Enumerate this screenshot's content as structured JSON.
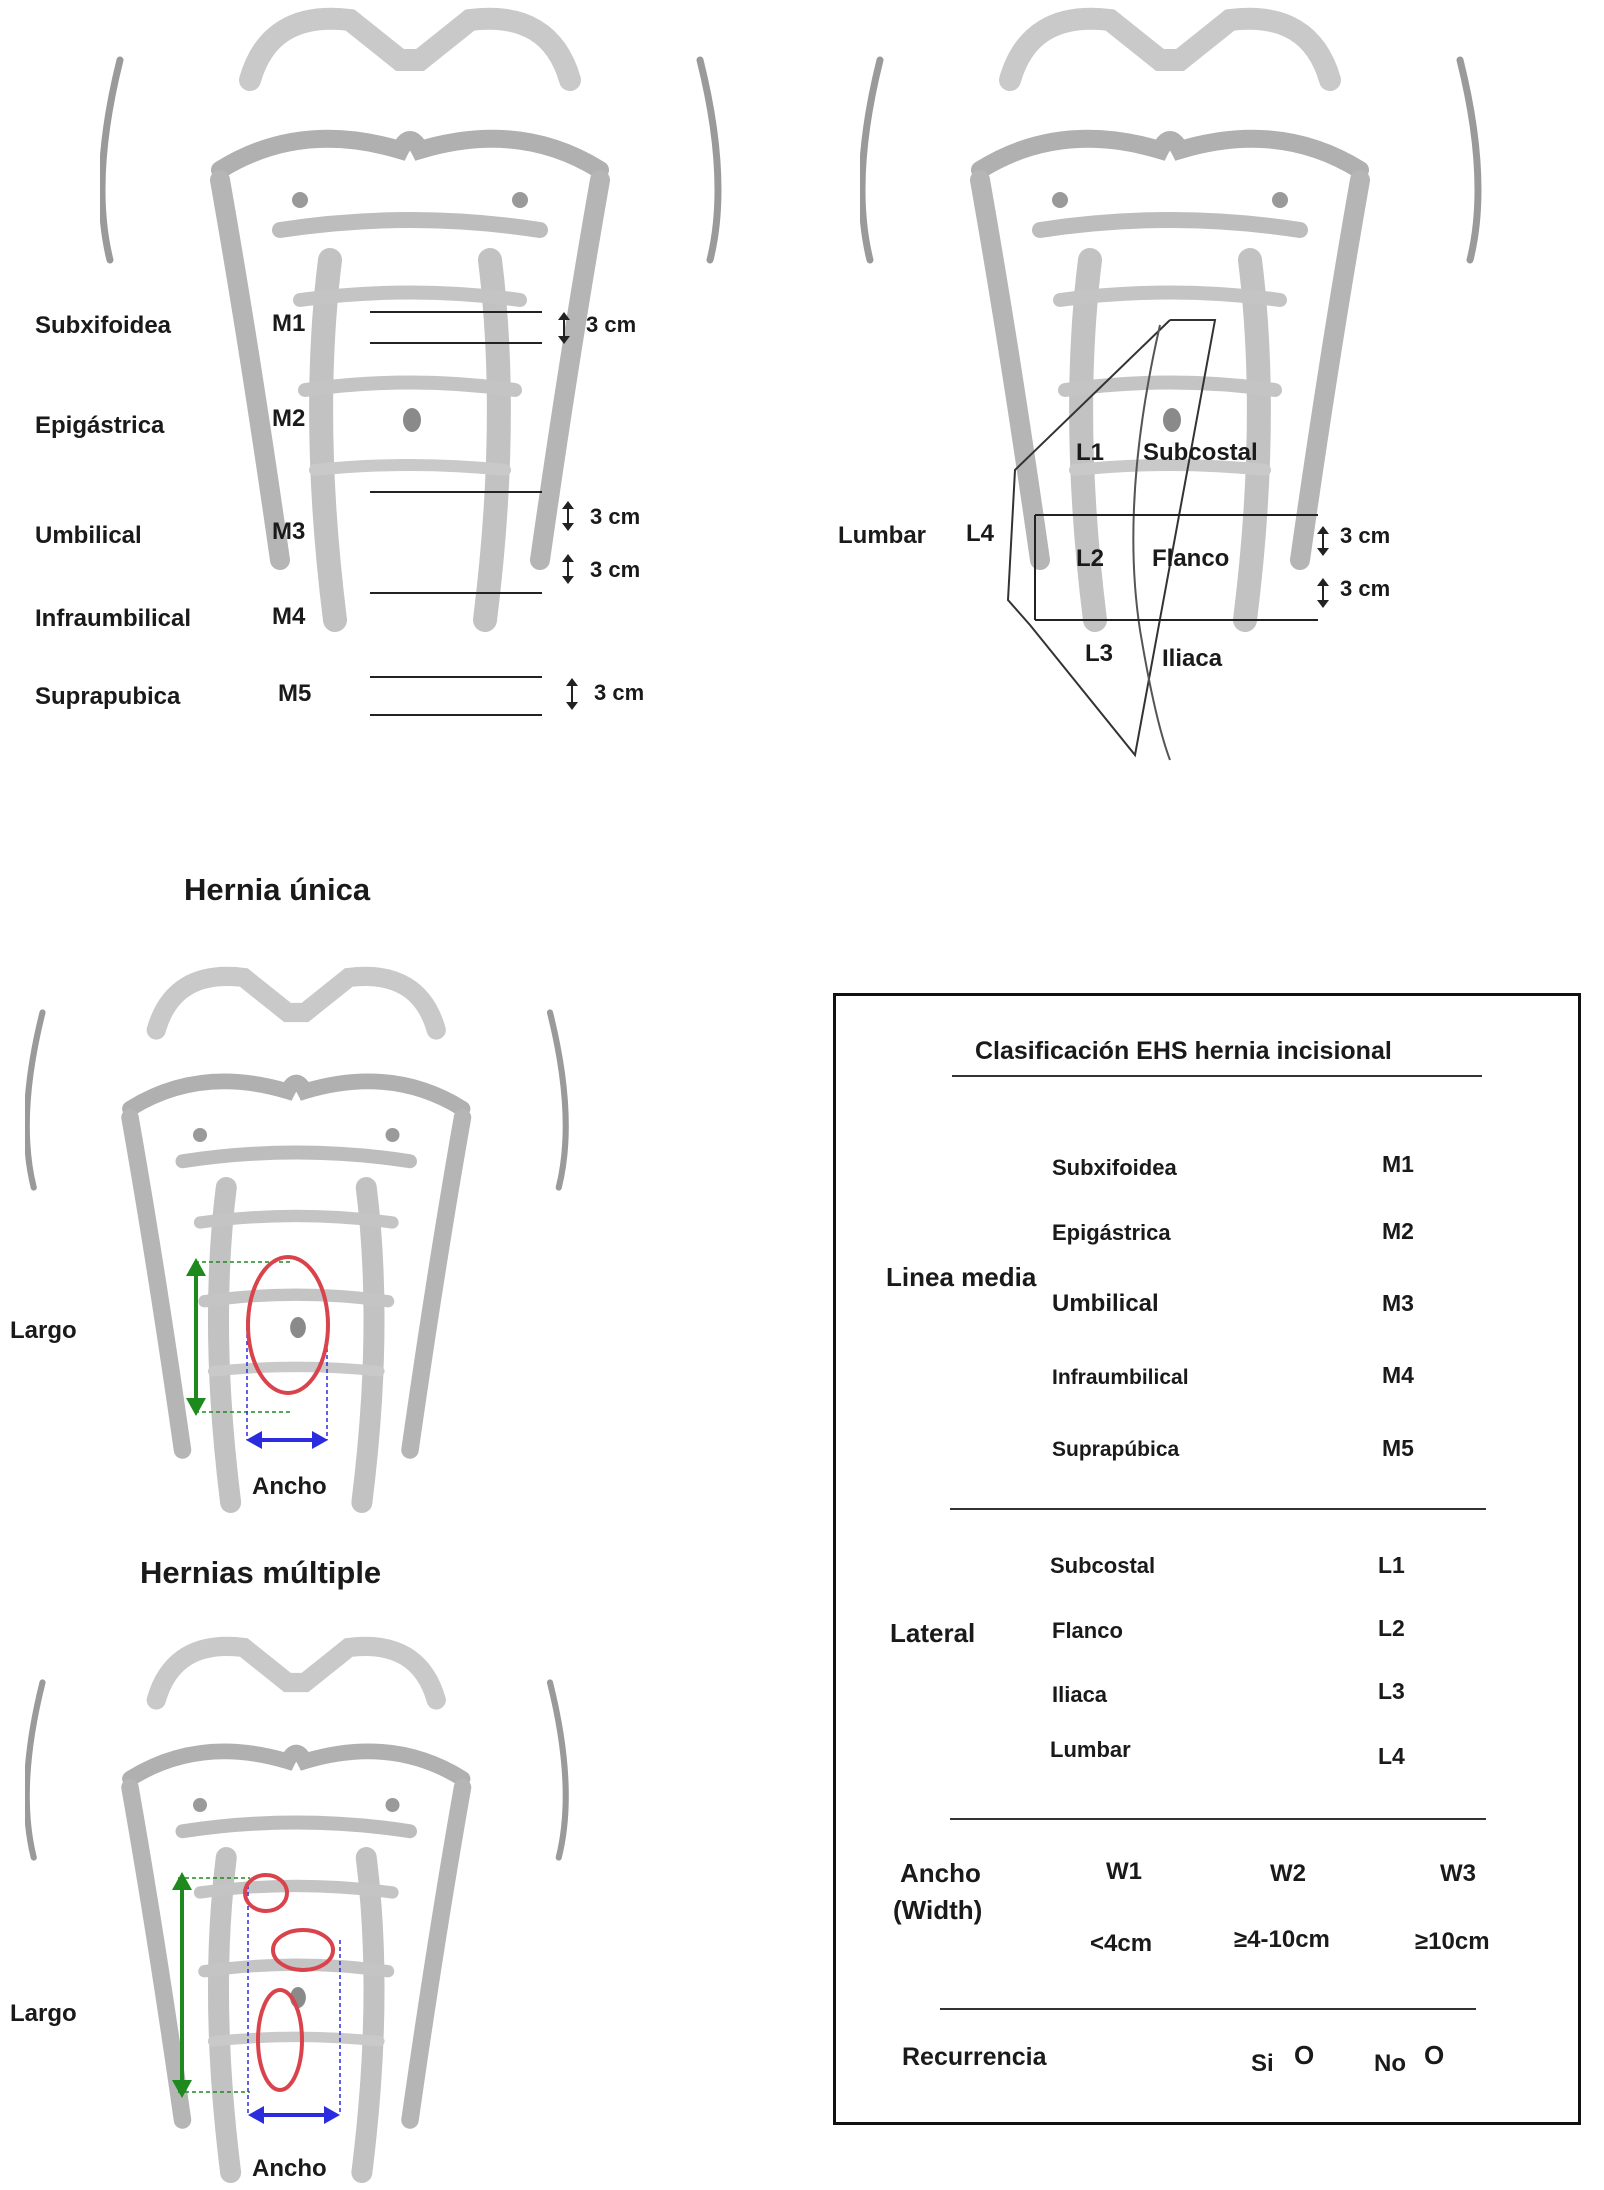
{
  "midline_map": {
    "regions": [
      {
        "name": "Subxifoidea",
        "code": "M1"
      },
      {
        "name": "Epigástrica",
        "code": "M2"
      },
      {
        "name": "Umbilical",
        "code": "M3"
      },
      {
        "name": "Infraumbilical",
        "code": "M4"
      },
      {
        "name": "Suprapubica",
        "code": "M5"
      }
    ],
    "dimension": "3 cm"
  },
  "lateral_map": {
    "side_label": "Lumbar",
    "side_code": "L4",
    "regions": [
      {
        "code": "L1",
        "name": "Subcostal"
      },
      {
        "code": "L2",
        "name": "Flanco"
      },
      {
        "code": "L3",
        "name": "Iliaca"
      }
    ],
    "dimension": "3 cm"
  },
  "single_hernia": {
    "title": "Hernia única",
    "length_label": "Largo",
    "width_label": "Ancho"
  },
  "multiple_hernia": {
    "title": "Hernias múltiple",
    "length_label": "Largo",
    "width_label": "Ancho"
  },
  "classification_table": {
    "title": "Clasificación EHS hernia incisional",
    "midline": {
      "group": "Linea media",
      "rows": [
        {
          "name": "Subxifoidea",
          "code": "M1"
        },
        {
          "name": "Epigástrica",
          "code": "M2"
        },
        {
          "name": "Umbilical",
          "code": "M3"
        },
        {
          "name": "Infraumbilical",
          "code": "M4"
        },
        {
          "name": "Suprapúbica",
          "code": "M5"
        }
      ]
    },
    "lateral": {
      "group": "Lateral",
      "rows": [
        {
          "name": "Subcostal",
          "code": "L1"
        },
        {
          "name": "Flanco",
          "code": "L2"
        },
        {
          "name": "Iliaca",
          "code": "L3"
        },
        {
          "name": "Lumbar",
          "code": "L4"
        }
      ]
    },
    "width": {
      "group_line1": "Ancho",
      "group_line2": "(Width)",
      "classes": [
        {
          "code": "W1",
          "range": "<4cm"
        },
        {
          "code": "W2",
          "range": "≥4-10cm"
        },
        {
          "code": "W3",
          "range": "≥10cm"
        }
      ]
    },
    "recurrence": {
      "label": "Recurrencia",
      "yes": "Si",
      "no": "No",
      "option_mark": "O"
    }
  },
  "colors": {
    "torso_shade": "#b5b5b5",
    "hernia_outline": "#d9434c",
    "length_arrow": "#1e8a1e",
    "width_arrow": "#2b2be0"
  }
}
